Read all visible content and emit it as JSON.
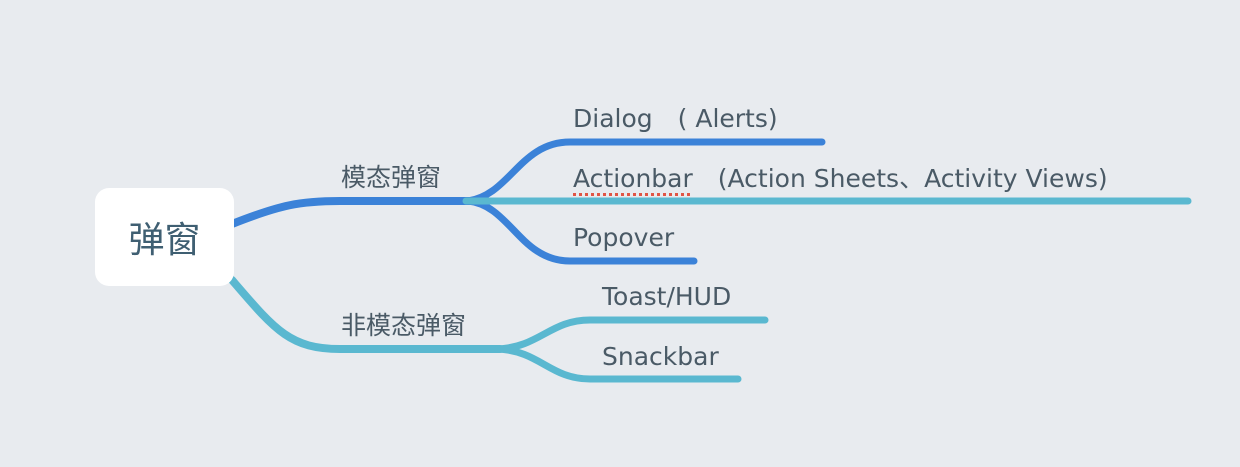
{
  "root": {
    "label": "弹窗"
  },
  "colors": {
    "background": "#e8ebef",
    "modal_branch": "#3b82d8",
    "nonmodal_branch": "#5ab8d0",
    "text": "#4a5a66",
    "root_text": "#3f5f72",
    "spellcheck": "#e05545"
  },
  "branches": [
    {
      "label": "模态弹窗",
      "children": [
        {
          "label": "Dialog",
          "suffix": "　( Alerts)"
        },
        {
          "label": "Actionbar",
          "suffix": "　(Action Sheets、Activity Views)"
        },
        {
          "label": "Popover",
          "suffix": ""
        }
      ]
    },
    {
      "label": "非模态弹窗",
      "children": [
        {
          "label": "Toast/HUD"
        },
        {
          "label": "Snackbar"
        }
      ]
    }
  ]
}
